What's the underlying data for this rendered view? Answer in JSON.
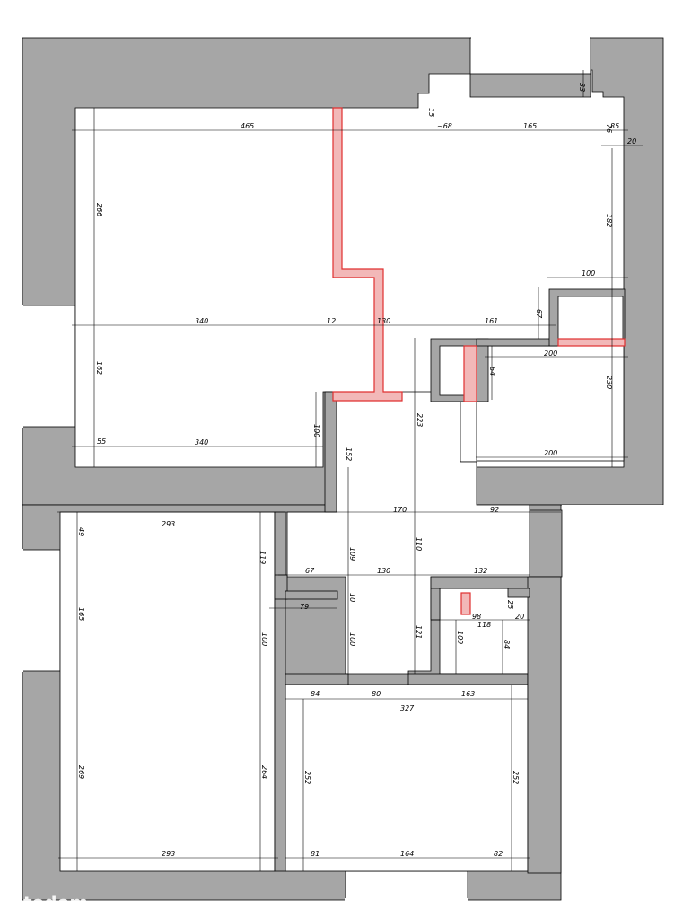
{
  "watermark": "todom",
  "colors": {
    "wall": "#a6a6a6",
    "room": "#ffffff",
    "new_wall_stroke": "#e03030",
    "new_wall_fill": "#f2b8b8",
    "line": "#000000"
  },
  "dimensions": {
    "d_465": "465",
    "d_68": "~68",
    "d_165": "165",
    "d_15": "15",
    "d_33": "33",
    "d_76": "76",
    "d_85": "85",
    "d_20a": "20",
    "d_266": "266",
    "d_182": "182",
    "d_100a": "100",
    "d_340a": "340",
    "d_12": "12",
    "d_130a": "130",
    "d_161": "161",
    "d_67a": "67",
    "d_200a": "200",
    "d_64": "64",
    "d_162": "162",
    "d_223": "223",
    "d_230": "230",
    "d_100b": "100",
    "d_55": "55",
    "d_340b": "340",
    "d_152": "152",
    "d_200b": "200",
    "d_293a": "293",
    "d_170": "170",
    "d_92": "92",
    "d_119": "119",
    "d_49": "49",
    "d_109a": "109",
    "d_110": "110",
    "d_67b": "67",
    "d_130b": "130",
    "d_132": "132",
    "d_165b": "165",
    "d_79": "79",
    "d_10": "10",
    "d_25": "25",
    "d_98": "98",
    "d_20b": "20",
    "d_118": "118",
    "d_100c": "100",
    "d_100d": "100",
    "d_121": "121",
    "d_109b": "109",
    "d_84a": "84",
    "d_84b": "84",
    "d_80": "80",
    "d_163": "163",
    "d_327": "327",
    "d_269": "269",
    "d_264": "264",
    "d_252a": "252",
    "d_252b": "252",
    "d_293b": "293",
    "d_81": "81",
    "d_164": "164",
    "d_82": "82"
  }
}
